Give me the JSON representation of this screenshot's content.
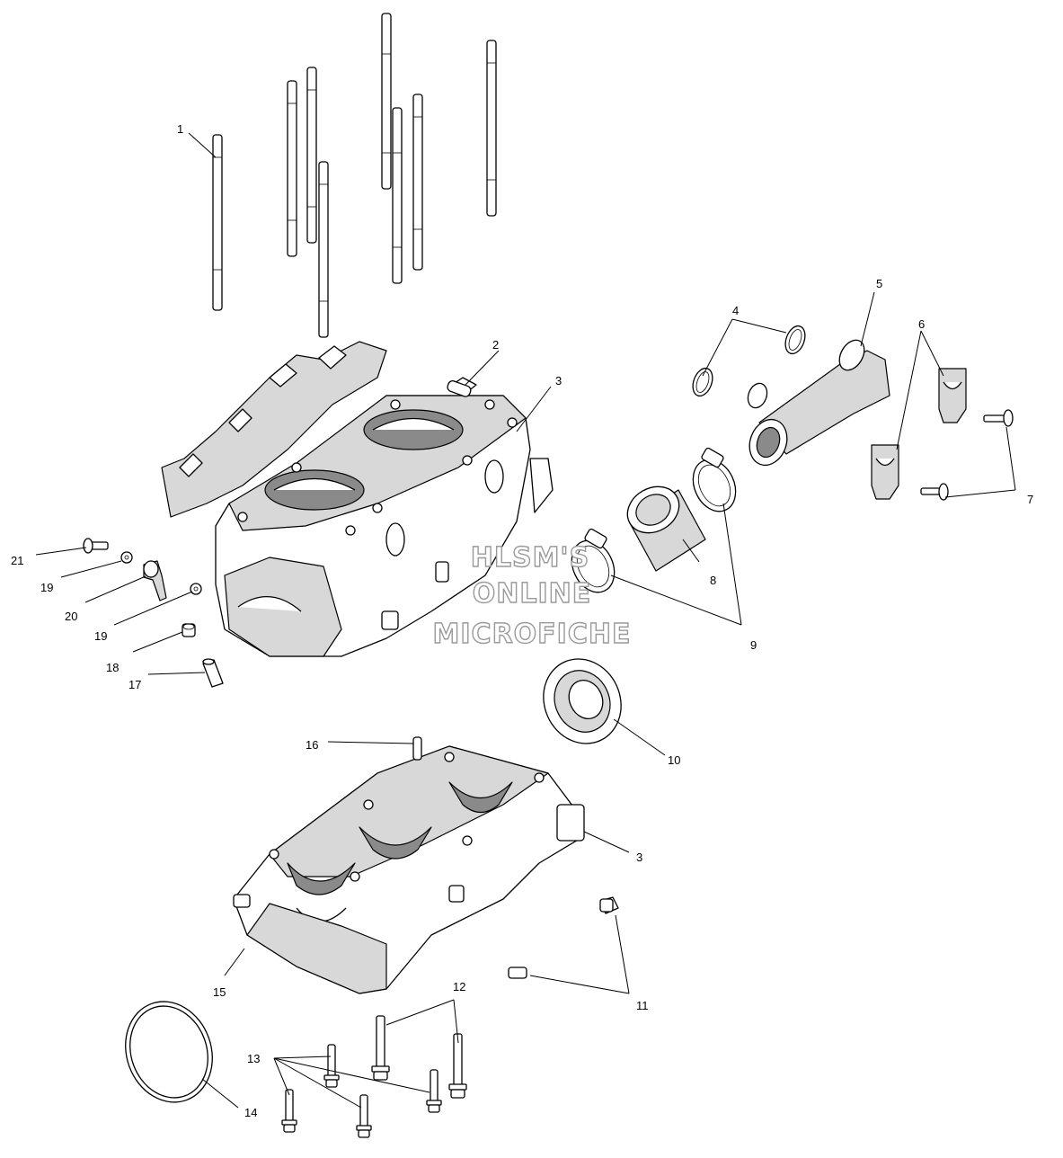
{
  "callouts": {
    "c1": "1",
    "c2": "2",
    "c3a": "3",
    "c3b": "3",
    "c4": "4",
    "c5": "5",
    "c6": "6",
    "c7": "7",
    "c8": "8",
    "c9": "9",
    "c10": "10",
    "c11": "11",
    "c12": "12",
    "c13": "13",
    "c14": "14",
    "c15": "15",
    "c16": "16",
    "c17": "17",
    "c18": "18",
    "c19a": "19",
    "c19b": "19",
    "c20": "20",
    "c21": "21"
  },
  "watermark": {
    "line1": "HLSM'S",
    "line2": "ONLINE",
    "line3": "MICROFICHE"
  }
}
